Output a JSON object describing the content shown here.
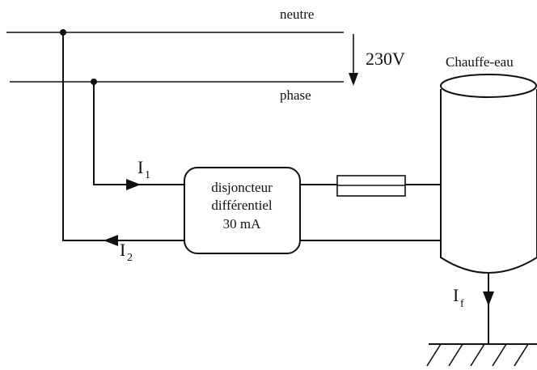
{
  "labels": {
    "neutral": "neutre",
    "phase": "phase",
    "voltage": "230V",
    "heater": "Chauffe-eau",
    "breaker_line1": "disjoncteur",
    "breaker_line2": "différentiel",
    "breaker_line3": "30 mA",
    "current1_main": "I",
    "current1_sub": "1",
    "current2_main": "I",
    "current2_sub": "2",
    "fault_main": "I",
    "fault_sub": "f"
  },
  "colors": {
    "ink": "#111111",
    "background": "#ffffff"
  }
}
